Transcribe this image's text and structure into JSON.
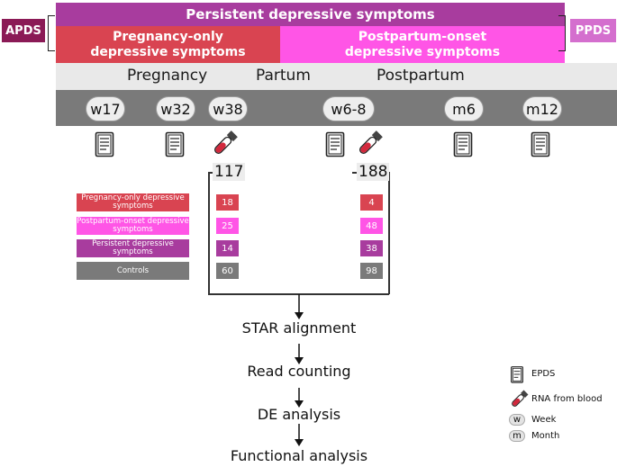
{
  "bands": {
    "persistent": "Persistent depressive symptoms",
    "pregnancy_only": "Pregnancy-only\ndepressive symptoms",
    "postpartum_onset": "Postpartum-onset\ndepressive symptoms",
    "apds": "APDS",
    "ppds": "PPDS"
  },
  "phases": {
    "pregnancy": "Pregnancy",
    "partum": "Partum",
    "postpartum": "Postpartum"
  },
  "timepoints": [
    "w17",
    "w32",
    "w38",
    "w6-8",
    "m6",
    "m12"
  ],
  "counts": {
    "pregnancy_total": "117",
    "postpartum_total": "188"
  },
  "groups": [
    {
      "label": "Pregnancy-only depressive symptoms",
      "color": "#d94451",
      "pregnancy": "18",
      "postpartum": "4"
    },
    {
      "label": "Postpartum-onset depressive symptoms",
      "color": "#ff55e6",
      "pregnancy": "25",
      "postpartum": "48"
    },
    {
      "label": "Persistent depressive symptoms",
      "color": "#a83c9e",
      "pregnancy": "14",
      "postpartum": "38"
    },
    {
      "label": "Controls",
      "color": "#7a7a7a",
      "pregnancy": "60",
      "postpartum": "98"
    }
  ],
  "pipeline": [
    "STAR alignment",
    "Read counting",
    "DE analysis",
    "Functional analysis"
  ],
  "legend": {
    "epds": "EPDS",
    "rna": "RNA from blood",
    "week_symbol": "w",
    "week": "Week",
    "month_symbol": "m",
    "month": "Month"
  },
  "icons": {
    "questionnaire": "clipboard-icon",
    "blood": "blood-tube-icon"
  }
}
